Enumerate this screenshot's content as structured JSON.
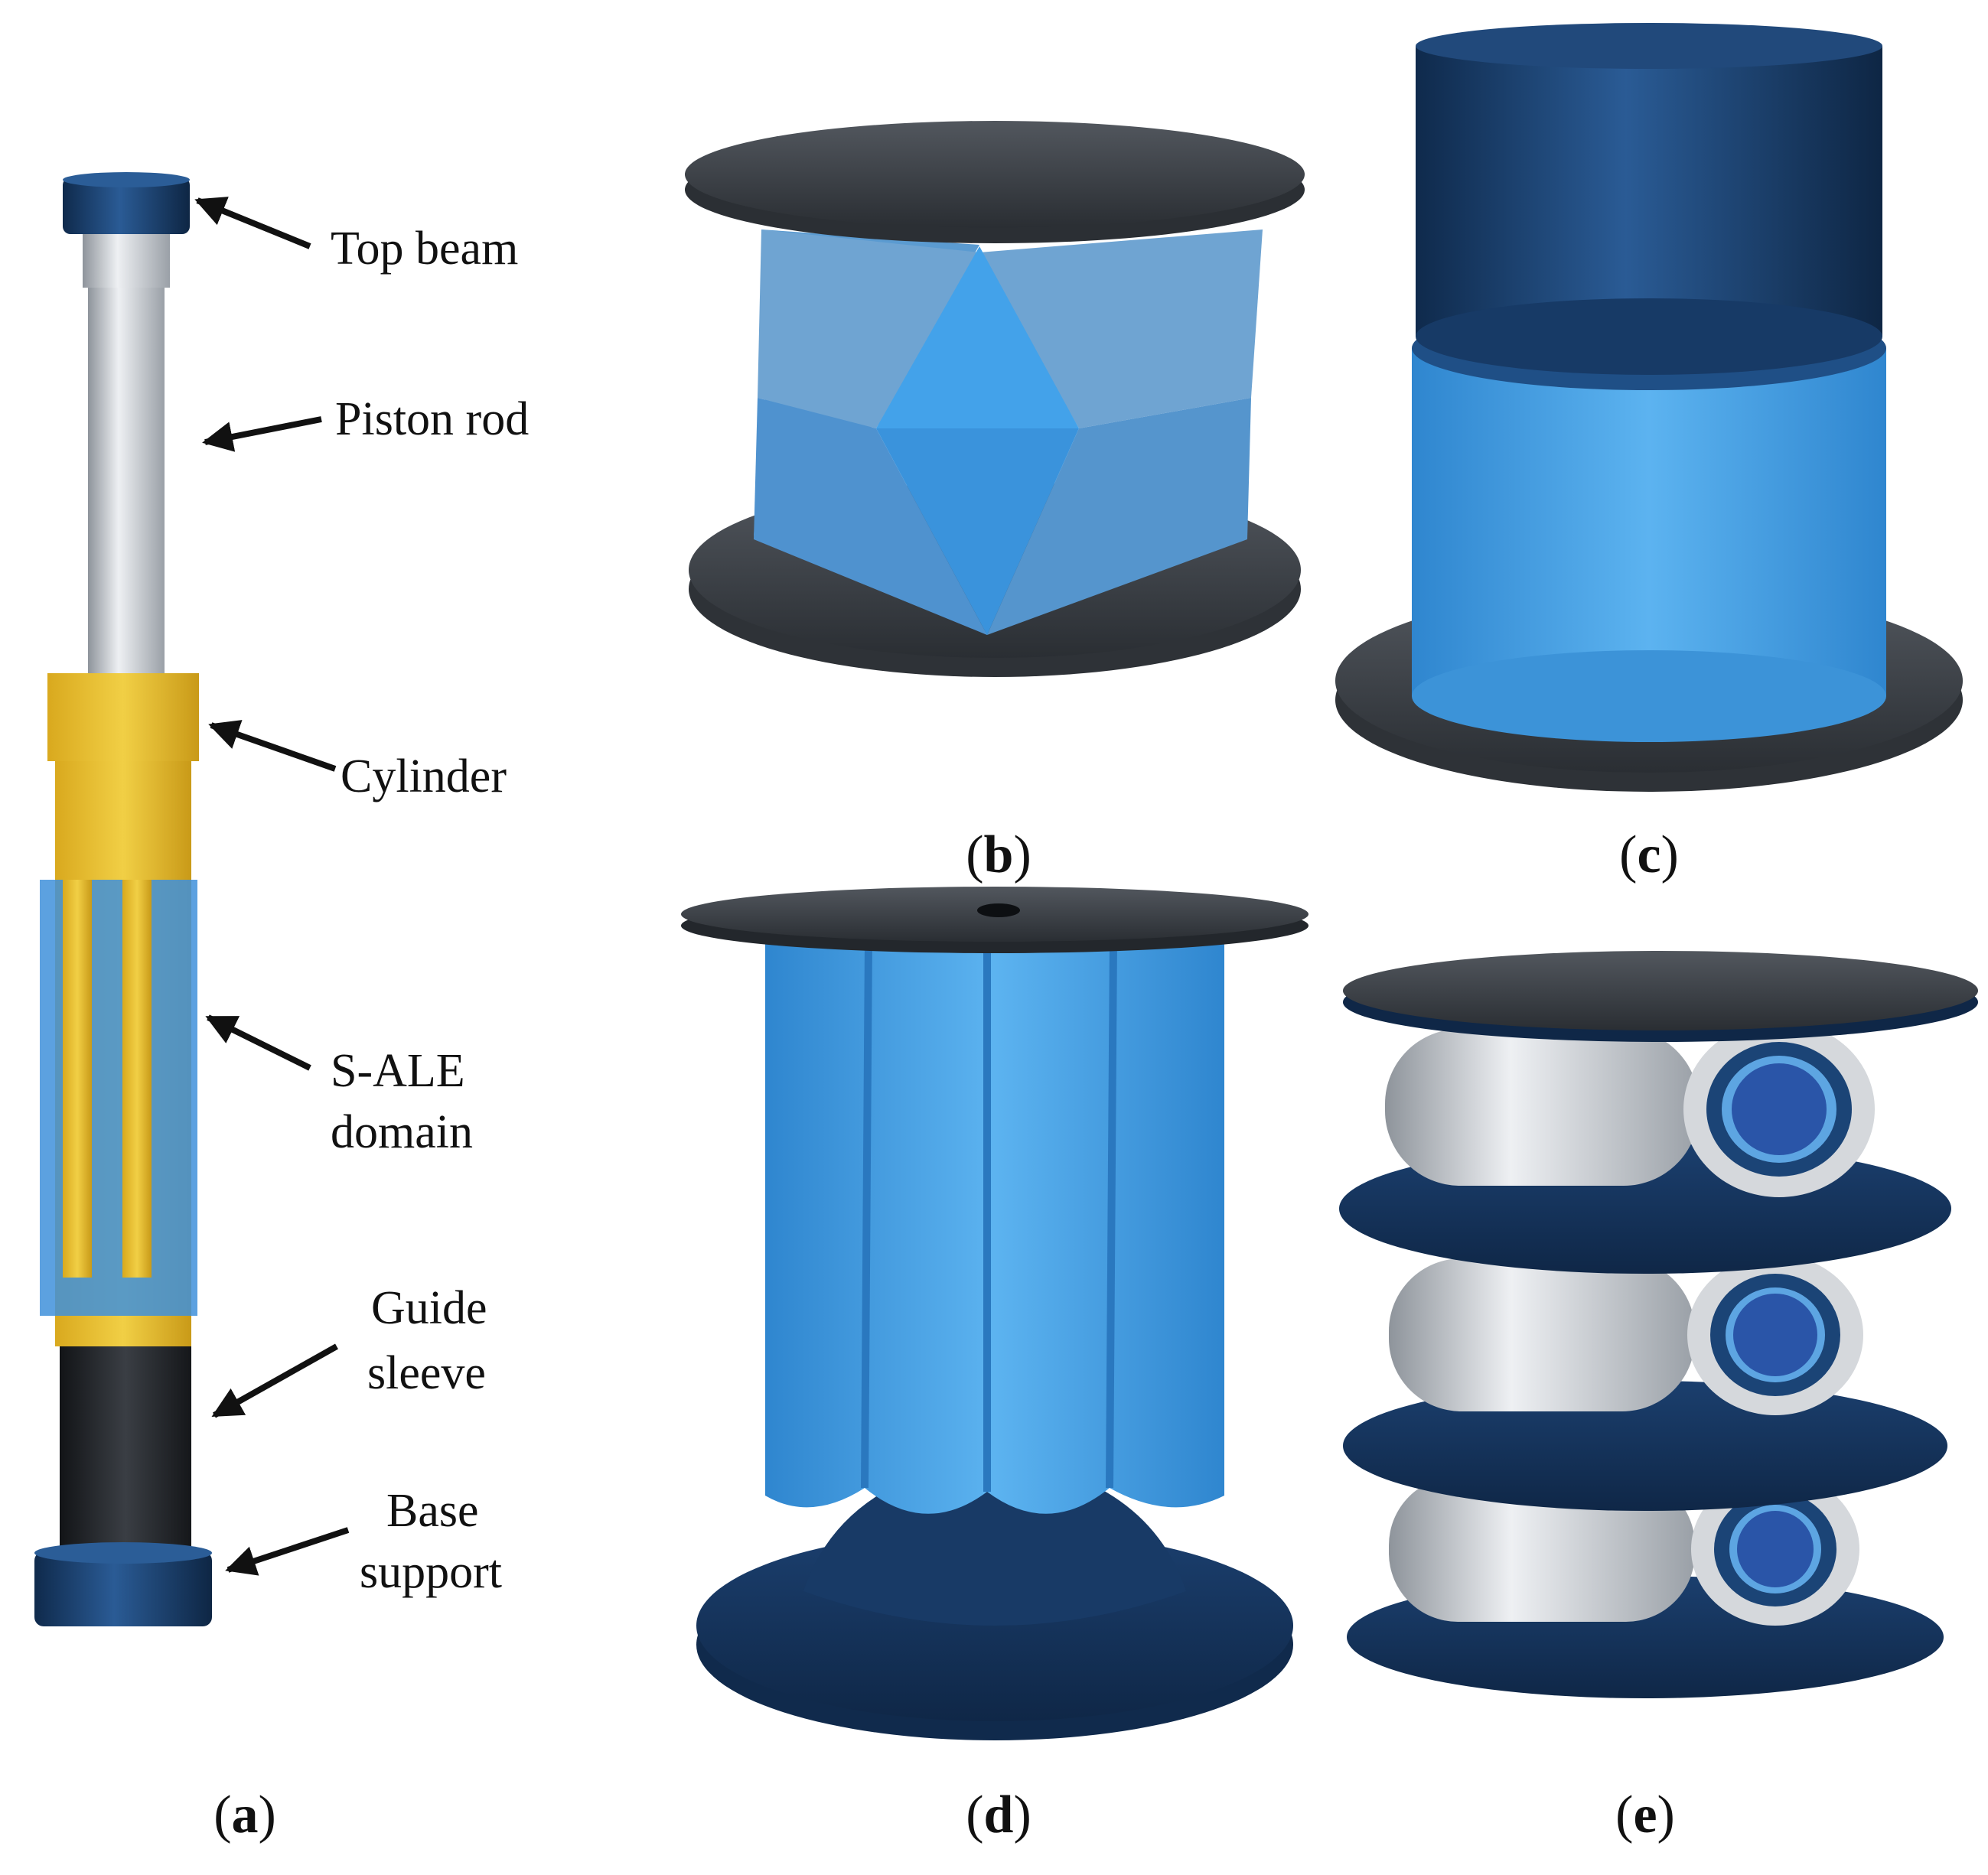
{
  "labels": {
    "top_beam": "Top beam",
    "piston_rod": "Piston rod",
    "cylinder": "Cylinder",
    "sale_line1": "S-ALE",
    "sale_line2": "domain",
    "guide_line1": "Guide",
    "guide_line2": "sleeve",
    "base_line1": "Base",
    "base_line2": "support"
  },
  "captions": {
    "a": "a",
    "b": "b",
    "c": "c",
    "d": "d",
    "e": "e"
  },
  "colors": {
    "navy": "#1b3f6e",
    "light_blue": "#3b9ee6",
    "yellow": "#e8c237",
    "dark_plate": "#3a3f46",
    "silver": "#c9ccd1"
  }
}
